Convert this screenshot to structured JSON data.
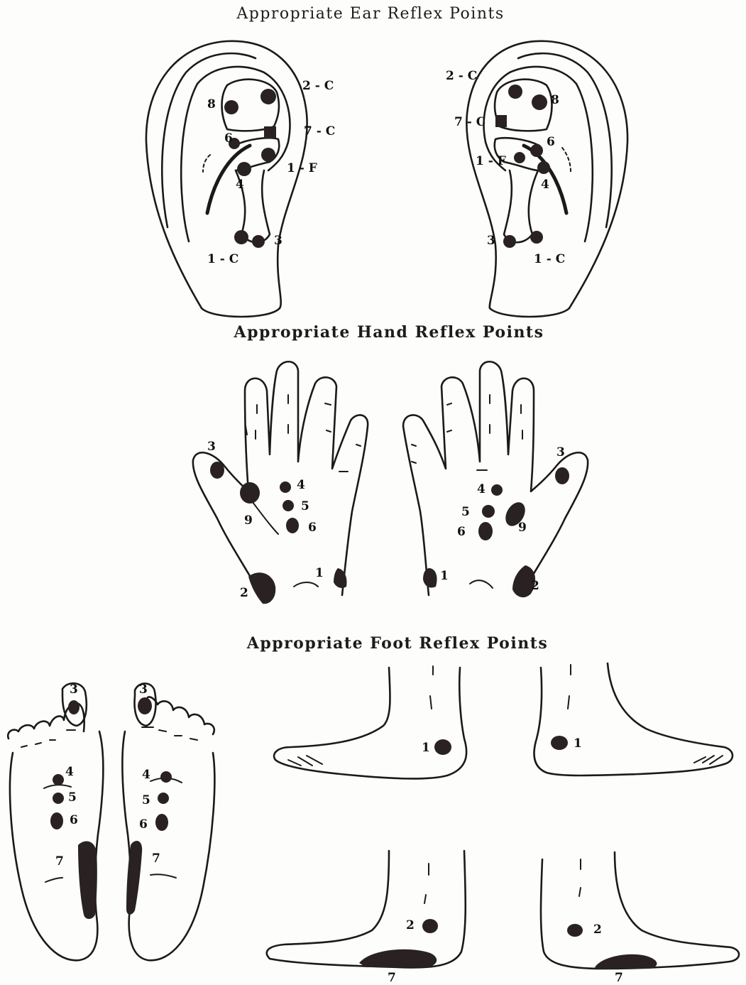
{
  "titles": {
    "ear": "Appropriate Ear Reflex Points",
    "hand": "Appropriate Hand Reflex Points",
    "foot": "Appropriate Foot Reflex Points"
  },
  "ear_left": {
    "pt_2c": "2 - C",
    "pt_8": "8",
    "pt_7c": "7 - C",
    "pt_6": "6",
    "pt_1f": "1 - F",
    "pt_4": "4",
    "pt_3": "3",
    "pt_1c": "1 - C"
  },
  "ear_right": {
    "pt_2c": "2 - C",
    "pt_8": "8",
    "pt_7c": "7 - C",
    "pt_6": "6",
    "pt_1f": "1 - F",
    "pt_4": "4",
    "pt_3": "3",
    "pt_1c": "1 - C"
  },
  "hand_left": {
    "pt_3": "3",
    "pt_4": "4",
    "pt_5": "5",
    "pt_9": "9",
    "pt_6": "6",
    "pt_1": "1",
    "pt_2": "2"
  },
  "hand_right": {
    "pt_3": "3",
    "pt_4": "4",
    "pt_5": "5",
    "pt_9": "9",
    "pt_6": "6",
    "pt_1": "1",
    "pt_2": "2"
  },
  "sole_left": {
    "pt_3": "3",
    "pt_4": "4",
    "pt_5": "5",
    "pt_6": "6",
    "pt_7": "7"
  },
  "sole_right": {
    "pt_3": "3",
    "pt_4": "4",
    "pt_5": "5",
    "pt_6": "6",
    "pt_7": "7"
  },
  "side_feet": {
    "top_left_1": "1",
    "top_right_1": "1",
    "bottom_left_2": "2",
    "bottom_left_7": "7",
    "bottom_right_2": "2",
    "bottom_right_7": "7"
  }
}
